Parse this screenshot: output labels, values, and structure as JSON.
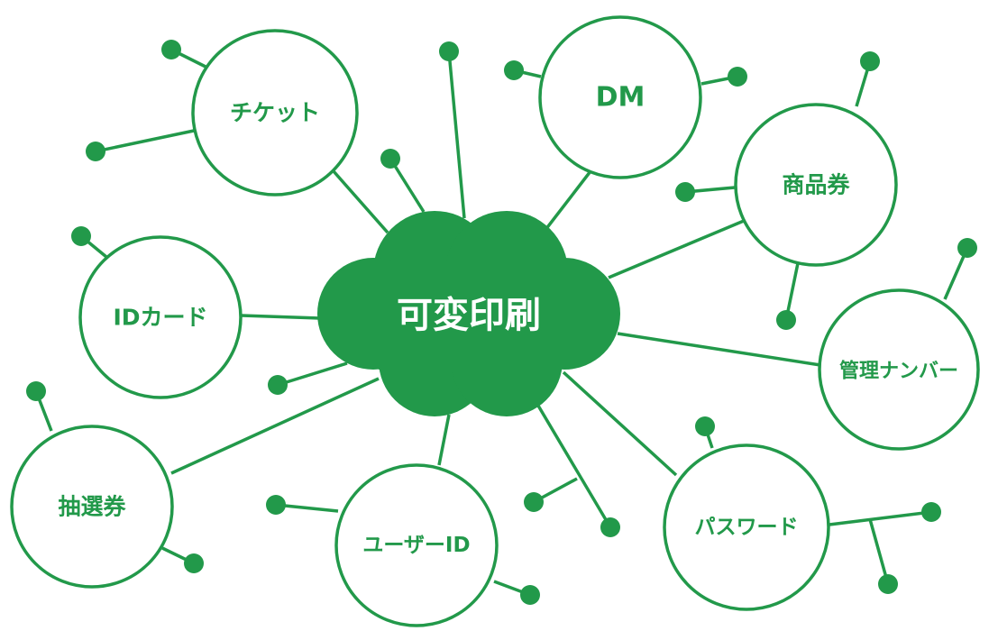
{
  "center": {
    "label": "可変印刷"
  },
  "nodes": [
    {
      "label": "チケット"
    },
    {
      "label": "DM"
    },
    {
      "label": "商品券"
    },
    {
      "label": "IDカード"
    },
    {
      "label": "管理ナンバー"
    },
    {
      "label": "抽選券"
    },
    {
      "label": "ユーザーID"
    },
    {
      "label": "パスワード"
    }
  ],
  "colors": {
    "accent": "#22994a"
  }
}
